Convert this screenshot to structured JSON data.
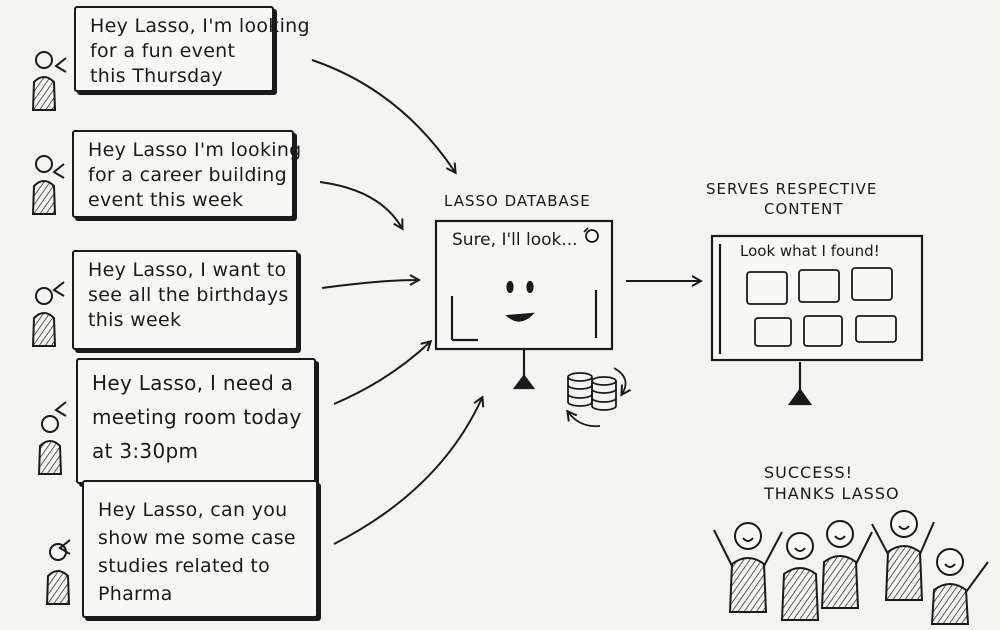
{
  "bubbles": [
    {
      "lines": [
        "Hey Lasso, I'm looking",
        "for a fun event",
        "this Thursday"
      ]
    },
    {
      "lines": [
        "Hey Lasso I'm looking",
        "for a career building",
        "event this week"
      ]
    },
    {
      "lines": [
        "Hey Lasso, I want to",
        "see all the birthdays",
        "this week"
      ]
    },
    {
      "lines": [
        "Hey Lasso, I need a",
        "meeting room today",
        "at 3:30pm"
      ]
    },
    {
      "lines": [
        "Hey Lasso, can you",
        "show me some case",
        "studies related to",
        "Pharma"
      ]
    }
  ],
  "database": {
    "title": "Lasso Database",
    "screen_text": "Sure, I'll look..."
  },
  "content": {
    "title_line1": "Serves Respective",
    "title_line2": "Content",
    "screen_text": "Look what I found!"
  },
  "success": {
    "line1": "Success!",
    "line2": "Thanks Lasso"
  }
}
